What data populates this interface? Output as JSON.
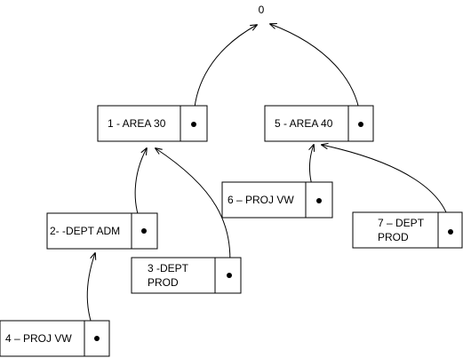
{
  "root": {
    "label": "0"
  },
  "nodes": [
    {
      "id": "n1",
      "lines": [
        "1 - AREA 30"
      ]
    },
    {
      "id": "n5",
      "lines": [
        "5 - AREA 40"
      ]
    },
    {
      "id": "n2",
      "lines": [
        "2- -DEPT ADM"
      ]
    },
    {
      "id": "n3",
      "lines": [
        "3 -DEPT",
        "PROD"
      ]
    },
    {
      "id": "n4",
      "lines": [
        "4 – PROJ VW"
      ]
    },
    {
      "id": "n6",
      "lines": [
        "6 – PROJ VW"
      ]
    },
    {
      "id": "n7",
      "lines": [
        "7 – DEPT",
        "PROD"
      ]
    }
  ],
  "links": [
    {
      "from": "n1",
      "to": "root"
    },
    {
      "from": "n5",
      "to": "root"
    },
    {
      "from": "n2",
      "to": "n1"
    },
    {
      "from": "n3",
      "to": "n1"
    },
    {
      "from": "n4",
      "to": "n2"
    },
    {
      "from": "n6",
      "to": "n5"
    },
    {
      "from": "n7",
      "to": "n5"
    }
  ],
  "style": {
    "line_color": "#000000",
    "box_fill": "#ffffff"
  }
}
